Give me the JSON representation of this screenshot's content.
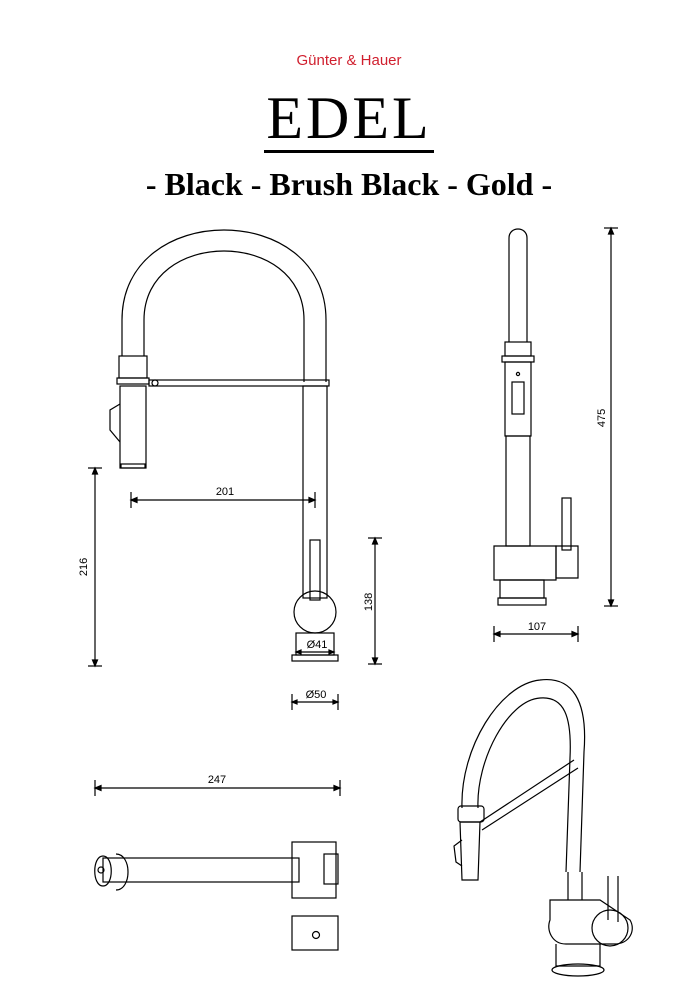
{
  "header": {
    "brand": "Günter & Hauer",
    "title": "EDEL",
    "variants": "- Black - Brush Black - Gold -",
    "brand_color": "#d01f2e"
  },
  "dimensions": {
    "reach": "201",
    "height_total": "216",
    "height_base": "138",
    "spout_base_diameter": "Ø41",
    "base_diameter": "Ø50",
    "overall_height": "475",
    "side_depth": "107",
    "top_length": "247"
  }
}
